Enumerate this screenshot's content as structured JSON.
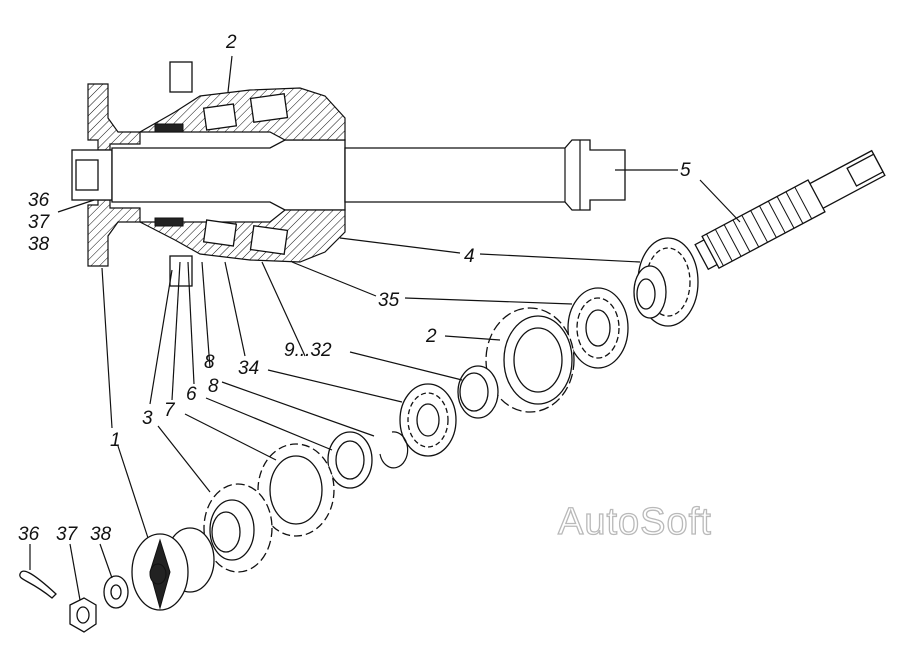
{
  "watermark": "AutoSoft",
  "callouts": {
    "c1": "1",
    "c2_top": "2",
    "c2_mid": "2",
    "c3": "3",
    "c4": "4",
    "c5": "5",
    "c6": "6",
    "c7": "7",
    "c8": "8",
    "c9_32": "9...32",
    "c34": "34",
    "c35": "35",
    "c36_top": "36",
    "c37_top": "37",
    "c38_top": "38",
    "c36_bot": "36",
    "c37_bot": "37",
    "c38_bot": "38"
  }
}
